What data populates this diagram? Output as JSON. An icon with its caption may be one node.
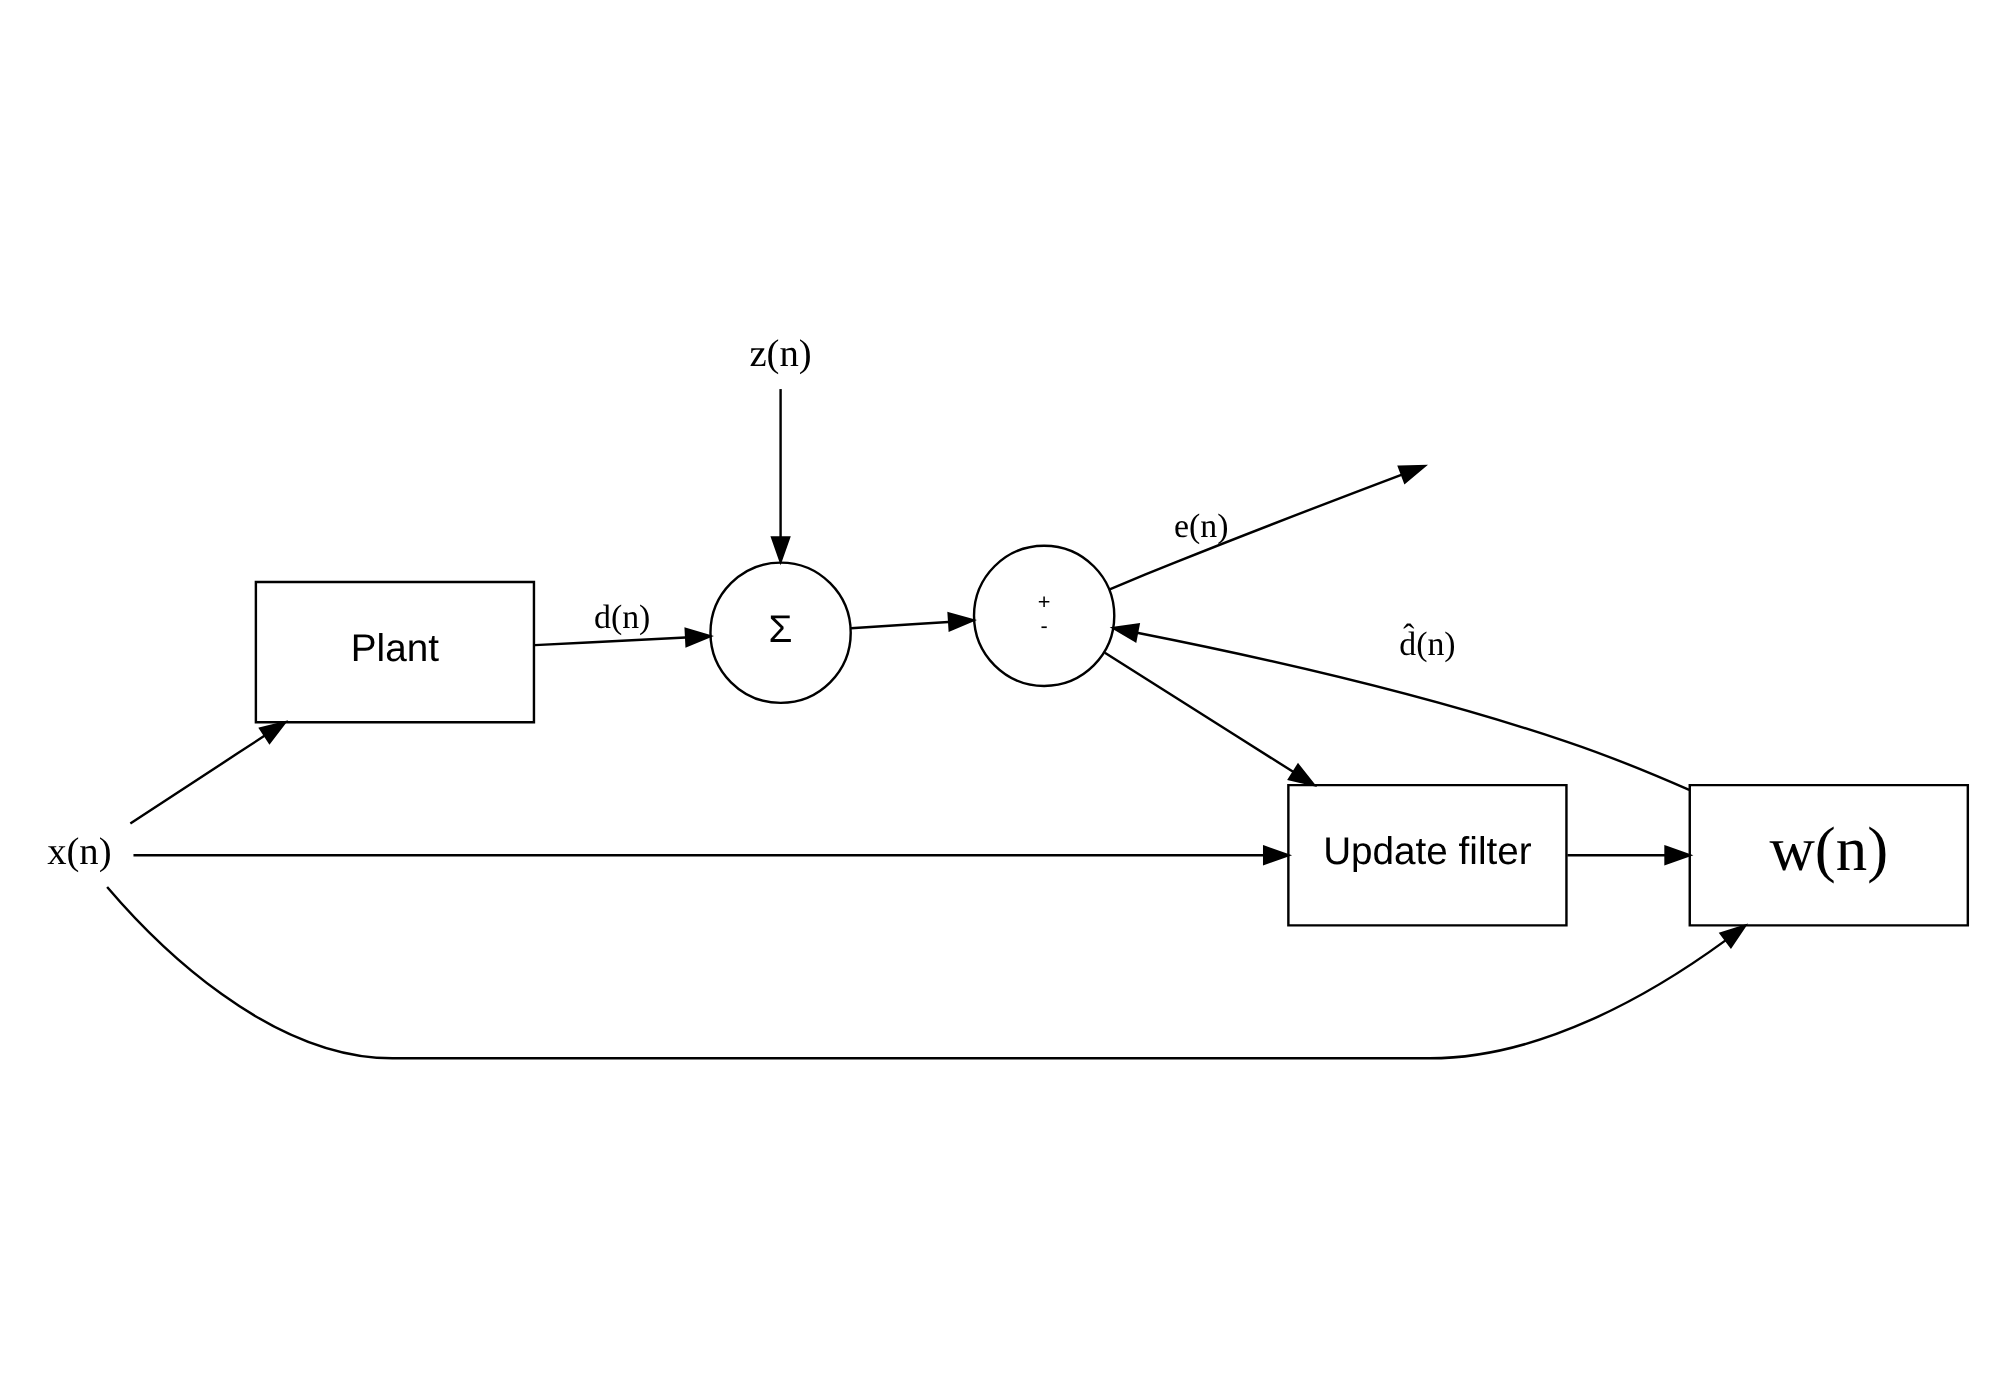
{
  "diagram": {
    "nodes": [
      {
        "text": [
          "z(n)"
        ]
      },
      {
        "text": [
          "x(n)"
        ]
      },
      {
        "text": [
          "Plant"
        ]
      },
      {
        "text": [
          "Σ"
        ]
      },
      {
        "text": [
          "+",
          "-"
        ]
      },
      {
        "text": [
          "w(n)"
        ]
      },
      {
        "text": [
          "Update filter"
        ]
      }
    ],
    "edges": [
      {
        "from": 1,
        "to": 2,
        "arrow": "to"
      },
      {
        "from": 1,
        "to": 5,
        "arrow": "to"
      },
      {
        "from": 1,
        "to": 6,
        "arrow": "to"
      },
      {
        "from": 0,
        "to": 3,
        "arrow": "to"
      },
      {
        "from": 2,
        "to": 3,
        "arrow": "to",
        "label": "d(n)"
      },
      {
        "from": 3,
        "to": 4,
        "arrow": "to"
      },
      {
        "from": 5,
        "to": 4,
        "arrow": "to",
        "label": "d̂(n)"
      },
      {
        "from": 4,
        "to": null,
        "arrow": "to",
        "label": "e(n)"
      },
      {
        "from": 4,
        "to": 6,
        "arrow": "to"
      },
      {
        "from": 6,
        "to": 5,
        "arrow": "to"
      }
    ]
  }
}
